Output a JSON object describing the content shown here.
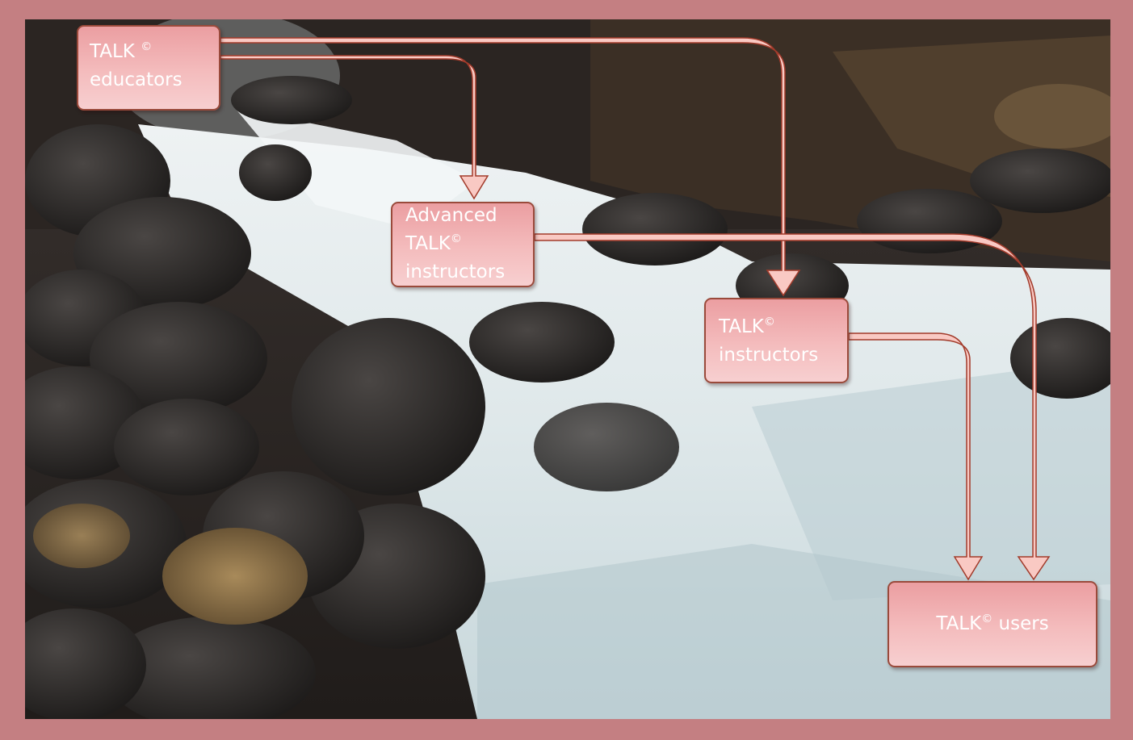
{
  "colors": {
    "frame": "#c47f82",
    "node_fill": "#f4bcbd",
    "node_border": "#9a4a3b",
    "arrow_fill": "#f9c9c3",
    "arrow_stroke": "#a23b2b",
    "text": "#ffffff"
  },
  "background": {
    "description_icon": "waterfall-photo"
  },
  "nodes": {
    "educators": {
      "line1_text": "TALK",
      "line1_sup": "©",
      "line2_text": "educators"
    },
    "advanced": {
      "line1_text": "Advanced",
      "line2_text": "TALK",
      "line2_sup": "©",
      "line3_text": "instructors"
    },
    "instructors": {
      "line1_text": "TALK",
      "line1_sup": "©",
      "line2_text": "instructors"
    },
    "users": {
      "text_main": "TALK",
      "text_sup": "©",
      "text_rest": " users"
    }
  },
  "edges": [
    {
      "from": "educators",
      "to": "advanced"
    },
    {
      "from": "educators",
      "to": "instructors"
    },
    {
      "from": "advanced",
      "to": "users"
    },
    {
      "from": "instructors",
      "to": "users"
    }
  ]
}
